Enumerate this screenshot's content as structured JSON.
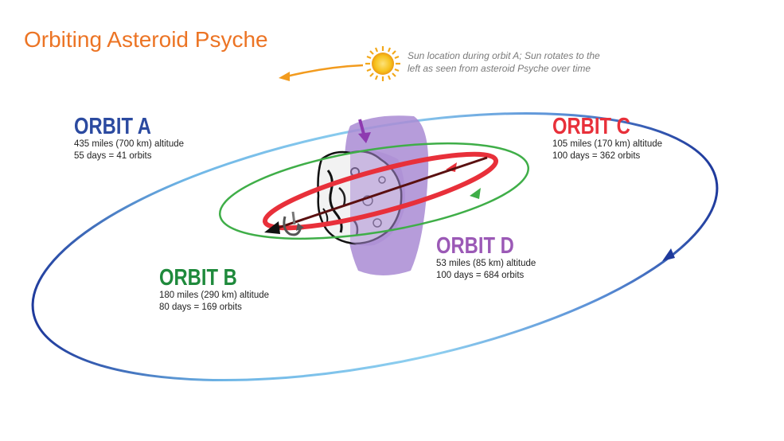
{
  "title": "Orbiting Asteroid Psyche",
  "sun_note": {
    "line1": "Sun location during orbit A; Sun rotates to the",
    "line2": "left as seen from asteroid Psyche over time"
  },
  "orbits": {
    "a": {
      "name": "ORBIT A",
      "altitude": "435 miles (700 km) altitude",
      "duration": "55 days = 41 orbits",
      "color": "#2b4aa0",
      "path_color_light": "#7fc4ec",
      "path_color_dark": "#1f3a9c"
    },
    "b": {
      "name": "ORBIT B",
      "altitude": "180 miles (290 km) altitude",
      "duration": "80 days = 169 orbits",
      "color": "#1f8a3c",
      "path_color": "#3fae48"
    },
    "c": {
      "name": "ORBIT C",
      "altitude": "105 miles (170 km) altitude",
      "duration": "100 days = 362 orbits",
      "color": "#e8303a",
      "path_color": "#e8303a"
    },
    "d": {
      "name": "ORBIT D",
      "altitude": "53 miles (85 km) altitude",
      "duration": "100 days = 684 orbits",
      "color": "#9b59b6",
      "path_color": "#a064c8"
    }
  },
  "icons": [
    "sun-icon",
    "asteroid-psyche",
    "spin-axis-arrow",
    "rotation-arrow-icon"
  ],
  "colors": {
    "title": "#ec7424",
    "sun": "#f6c21a",
    "sun_arrow": "#f29b1e"
  }
}
